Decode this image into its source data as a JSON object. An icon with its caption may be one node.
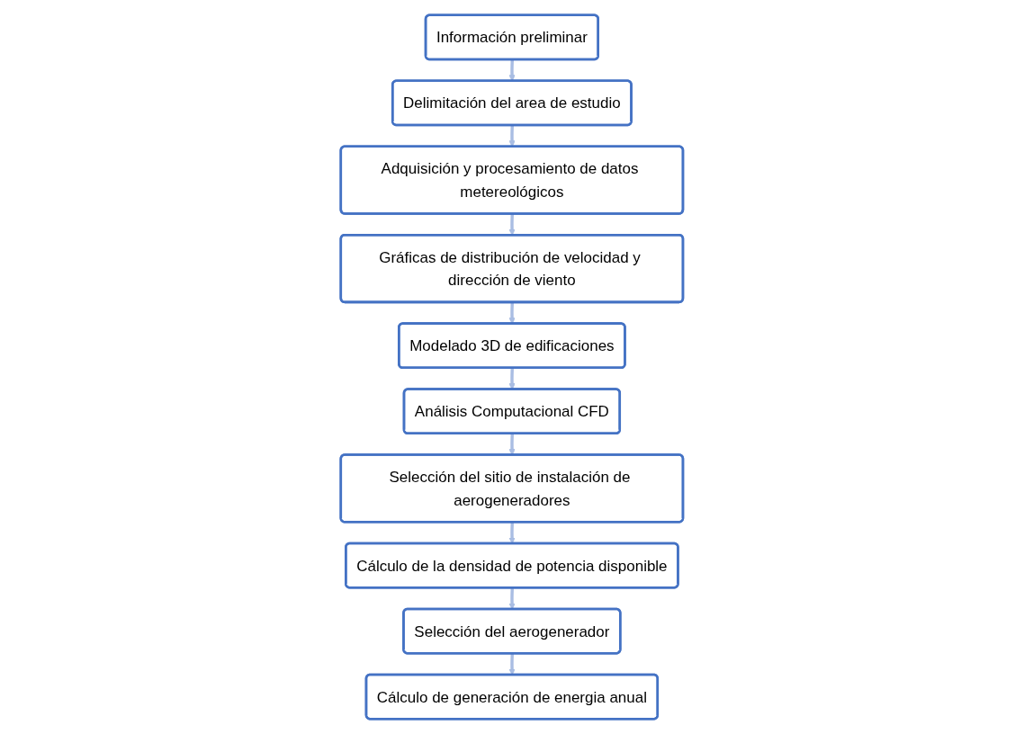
{
  "diagram": {
    "nodes": [
      {
        "text": [
          "Información preliminar"
        ]
      },
      {
        "text": [
          "Delimitación del area de estudio"
        ]
      },
      {
        "text": [
          "Adquisición y procesamiento de datos metereológicos"
        ]
      },
      {
        "text": [
          "Gráficas de distribución de velocidad y dirección de viento"
        ]
      },
      {
        "text": [
          "Modelado 3D de edificaciones"
        ]
      },
      {
        "text": [
          "Análisis Computacional CFD"
        ]
      },
      {
        "text": [
          "Selección del sitio de instalación de aerogeneradores"
        ]
      },
      {
        "text": [
          "Cálculo de la densidad de potencia disponible"
        ]
      },
      {
        "text": [
          "Selección del aerogenerador"
        ]
      },
      {
        "text": [
          "Cálculo  de generación de energia anual"
        ]
      }
    ],
    "edges": [
      {
        "from": 0,
        "to": 1,
        "arrow": "to"
      },
      {
        "from": 1,
        "to": 2,
        "arrow": "to"
      },
      {
        "from": 2,
        "to": 3,
        "arrow": "to"
      },
      {
        "from": 3,
        "to": 4,
        "arrow": "to"
      },
      {
        "from": 4,
        "to": 5,
        "arrow": "to"
      },
      {
        "from": 5,
        "to": 6,
        "arrow": "to"
      },
      {
        "from": 6,
        "to": 7,
        "arrow": "to"
      },
      {
        "from": 7,
        "to": 8,
        "arrow": "to"
      },
      {
        "from": 8,
        "to": 9,
        "arrow": "to"
      }
    ]
  }
}
